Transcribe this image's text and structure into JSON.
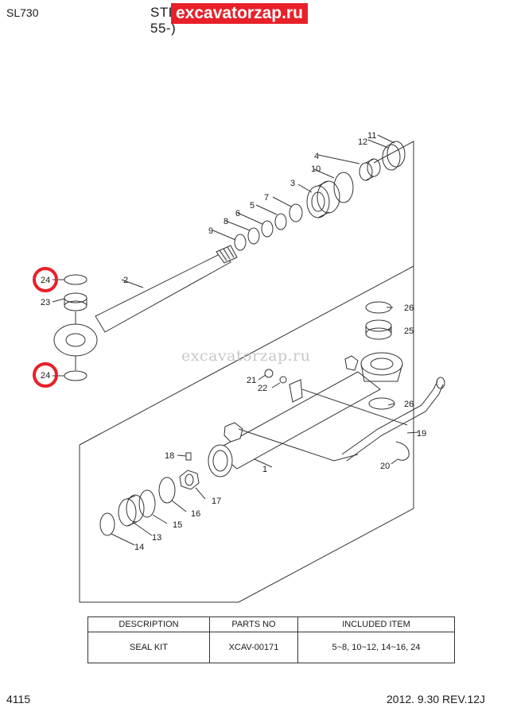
{
  "header": {
    "model": "SL730",
    "title_prefix": "STE",
    "title_suffix": "55-)",
    "watermark_top": "excavatorzap.ru"
  },
  "watermark_center": "excavatorzap.ru",
  "callouts": [
    "1",
    "2",
    "3",
    "4",
    "5",
    "6",
    "7",
    "8",
    "9",
    "10",
    "11",
    "12",
    "13",
    "14",
    "15",
    "16",
    "17",
    "18",
    "19",
    "20",
    "21",
    "22",
    "23",
    "24",
    "25",
    "26"
  ],
  "highlight_color": "#e8202a",
  "table": {
    "headers": [
      "DESCRIPTION",
      "PARTS NO",
      "INCLUDED ITEM"
    ],
    "rows": [
      [
        "SEAL KIT",
        "XCAV-00171",
        "5~8, 10~12, 14~16, 24"
      ]
    ]
  },
  "footer": {
    "page": "4115",
    "date_rev": "2012. 9.30  REV.12J"
  }
}
